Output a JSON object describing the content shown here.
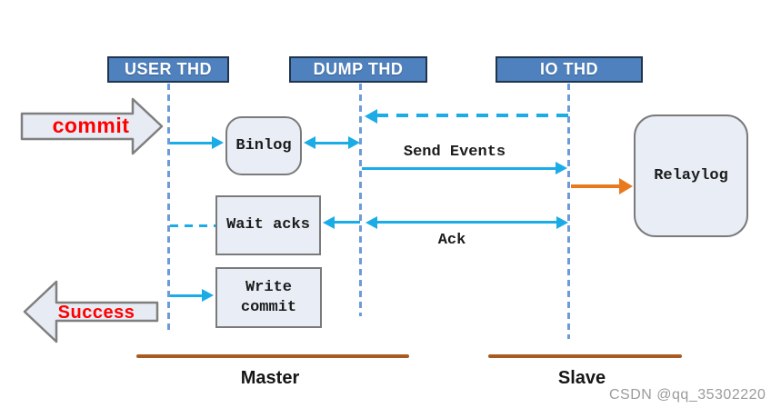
{
  "diagram": {
    "lanes": [
      {
        "label": "USER THD"
      },
      {
        "label": "DUMP THD"
      },
      {
        "label": "IO THD"
      }
    ],
    "nodes": {
      "binlog": "Binlog",
      "relaylog": "Relaylog",
      "wait_acks": "Wait acks",
      "write_commit": "Write\ncommit"
    },
    "flows": {
      "commit": "commit",
      "success": "Success",
      "send_events": "Send Events",
      "ack": "Ack"
    },
    "regions": {
      "master": "Master",
      "slave": "Slave"
    },
    "colors": {
      "lane_header_fill": "#4E81BD",
      "lane_header_border": "#20344E",
      "lifeline_blue": "#6C9BD8",
      "arrow_cyan": "#1BACE8",
      "arrow_orange": "#E8791F",
      "region_line_brown": "#A85A21",
      "node_fill": "#E9EEF6",
      "node_border": "#7A7A7A",
      "flow_text_red": "#FF0000",
      "watermark_gray": "#9B9B9B"
    },
    "watermark": "CSDN @qq_35302220"
  }
}
